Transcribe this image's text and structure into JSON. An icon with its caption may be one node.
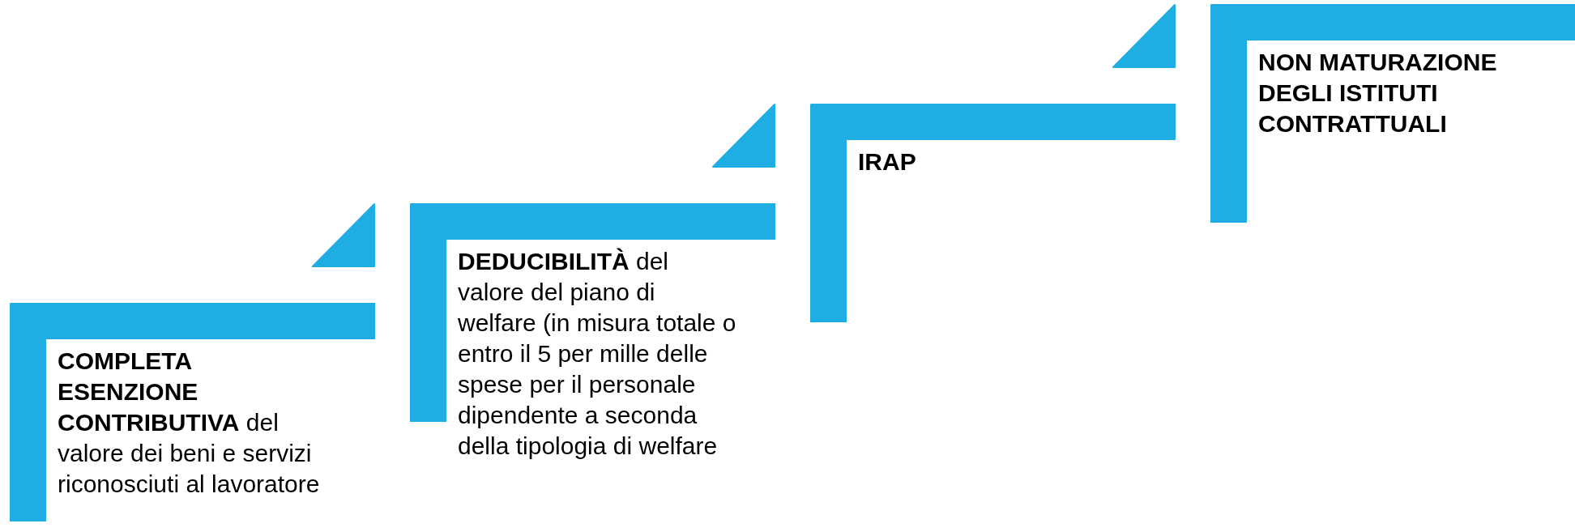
{
  "diagram": {
    "nodes": [
      {
        "text": [
          "**COMPLETA ESENZIONE CONTRIBUTIVA** del valore dei beni e servizi riconosciuti al lavoratore"
        ]
      },
      {
        "text": [
          "**DEDUCIBILITÀ** del valore del piano di welfare (in misura totale o entro il 5 per mille delle spese per il personale dipendente a seconda della tipologia di welfare"
        ]
      },
      {
        "text": [
          "IRAP"
        ]
      },
      {
        "text": [
          "NON MATURAZIONE DEGLI ISTITUTI CONTRATTUALI"
        ]
      }
    ]
  }
}
